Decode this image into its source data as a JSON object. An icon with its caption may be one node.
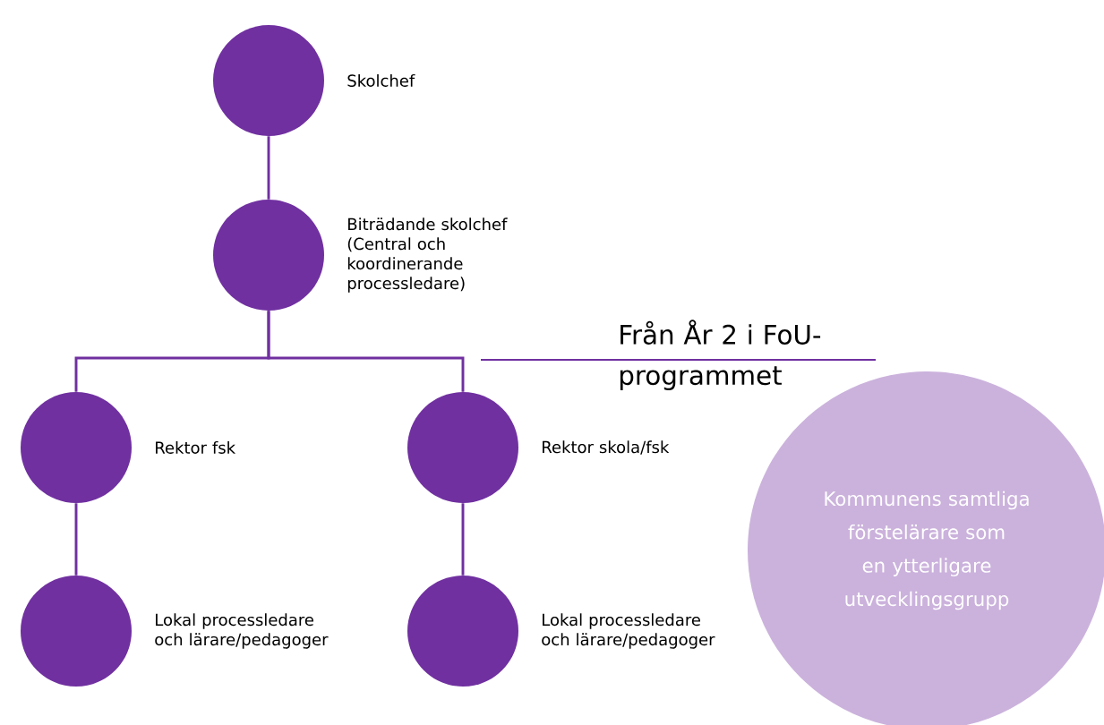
{
  "diagram": {
    "nodes": [
      {
        "text": [
          "Skolchef"
        ]
      },
      {
        "text": [
          "Biträdande skolchef (Central och koordinerande processledare)"
        ]
      },
      {
        "text": [
          "Rektor fsk"
        ]
      },
      {
        "text": [
          "Rektor skola/fsk"
        ]
      },
      {
        "text": [
          "Lokal processledare och lärare/pedagoger"
        ]
      },
      {
        "text": [
          "Lokal processledare och lärare/pedagoger"
        ]
      },
      {
        "text": [
          "Kommunens samtliga förstelärare som en ytterligare utvecklingsgrupp"
        ]
      }
    ],
    "edges": [
      {
        "from": 0,
        "to": 1,
        "arrow": "none"
      },
      {
        "from": 1,
        "to": 2,
        "arrow": "none"
      },
      {
        "from": 1,
        "to": 3,
        "arrow": "none"
      },
      {
        "from": 2,
        "to": 4,
        "arrow": "none"
      },
      {
        "from": 3,
        "to": 5,
        "arrow": "none"
      }
    ],
    "labels": [
      "Från År 2 i FoU-programmet"
    ]
  }
}
